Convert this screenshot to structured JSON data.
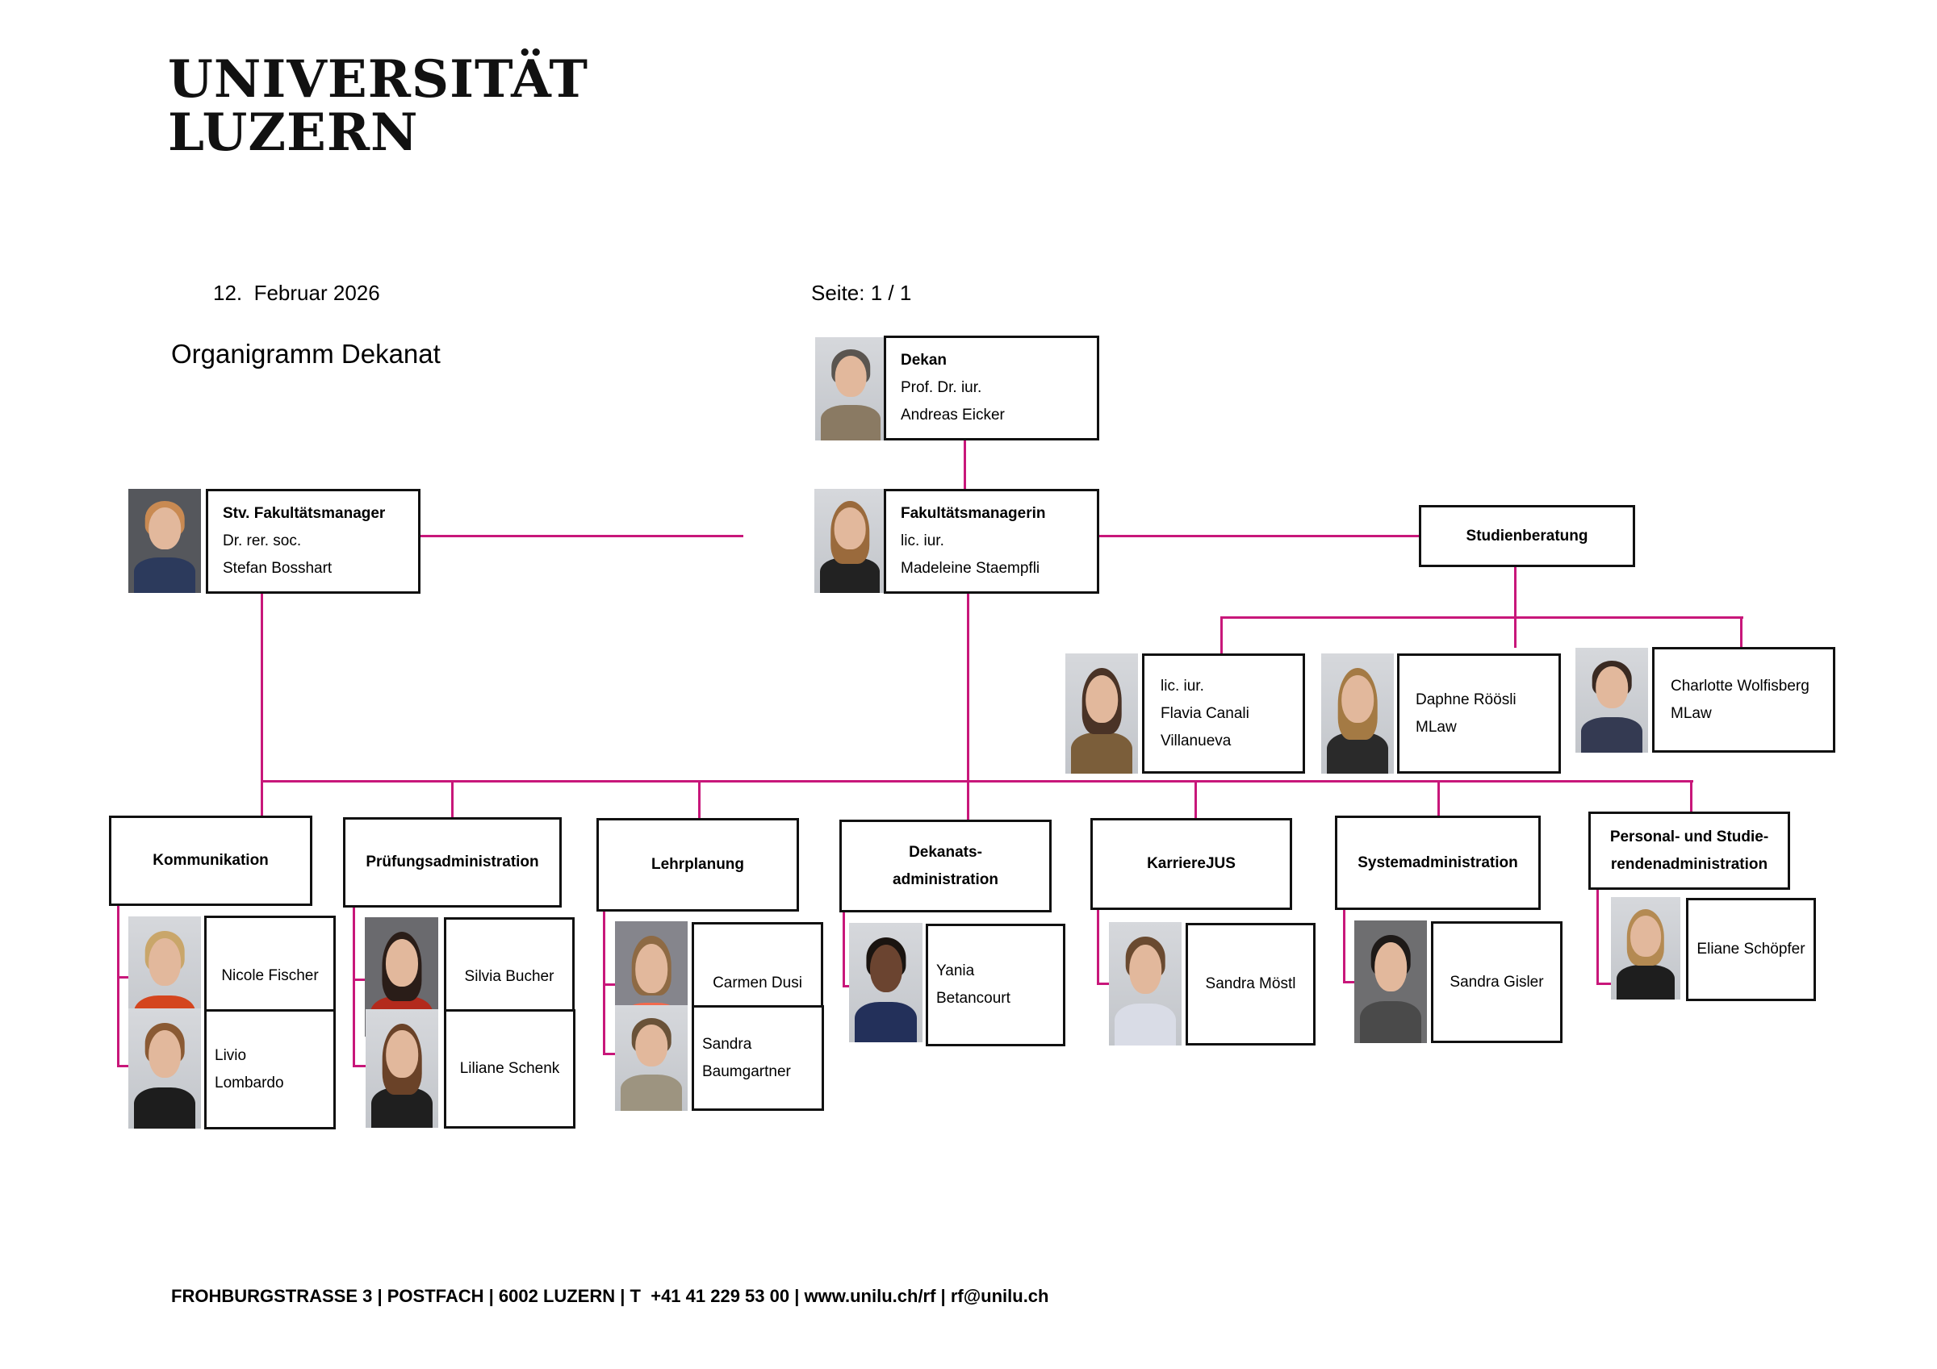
{
  "logo": {
    "line1": "UNIVERSITÄT",
    "line2": "LUZERN"
  },
  "header": {
    "date": "12.  Februar 2026",
    "page": "Seite: 1 / 1"
  },
  "doc_title": "Organigramm Dekanat",
  "accent_color": "#c8177a",
  "top": {
    "dekan": {
      "role": "Dekan",
      "degree": "Prof. Dr. iur.",
      "name": "Andreas Eicker"
    },
    "manager": {
      "role": "Fakultätsmanagerin",
      "degree": "lic. iur.",
      "name": "Madeleine Staempfli"
    },
    "deputy": {
      "role": "Stv. Fakultätsmanager",
      "degree": "Dr. rer. soc.",
      "name": "Stefan Bosshart"
    }
  },
  "studienberatung": {
    "label": "Studienberatung",
    "members": [
      {
        "line1": "lic. iur.",
        "line2": "Flavia Canali",
        "line3": "Villanueva"
      },
      {
        "line1": "Daphne Röösli",
        "line2": "MLaw"
      },
      {
        "line1": "Charlotte Wolfisberg",
        "line2": "MLaw"
      }
    ]
  },
  "departments": [
    {
      "label": "Kommunikation",
      "members": [
        {
          "name": "Nicole Fischer"
        },
        {
          "line1": "Livio",
          "line2": "Lombardo"
        }
      ]
    },
    {
      "label": "Prüfungsadministration",
      "members": [
        {
          "name": "Silvia Bucher"
        },
        {
          "name": "Liliane Schenk"
        }
      ]
    },
    {
      "label": "Lehrplanung",
      "members": [
        {
          "name": "Carmen Dusi"
        },
        {
          "line1": "Sandra",
          "line2": "Baumgartner"
        }
      ]
    },
    {
      "label_line1": "Dekanats-",
      "label_line2": "administration",
      "members": [
        {
          "line1": "Yania",
          "line2": "Betancourt"
        }
      ]
    },
    {
      "label": "KarriereJUS",
      "members": [
        {
          "name": "Sandra Möstl"
        }
      ]
    },
    {
      "label": "Systemadministration",
      "members": [
        {
          "name": "Sandra Gisler"
        }
      ]
    },
    {
      "label_line1": "Personal- und Studie-",
      "label_line2": "rendenadministration",
      "members": [
        {
          "name": "Eliane Schöpfer"
        }
      ]
    }
  ],
  "footer": "FROHBURGSTRASSE 3 | POSTFACH | 6002 LUZERN | T  +41 41 229 53 00 | www.unilu.ch/rf | rf@unilu.ch"
}
